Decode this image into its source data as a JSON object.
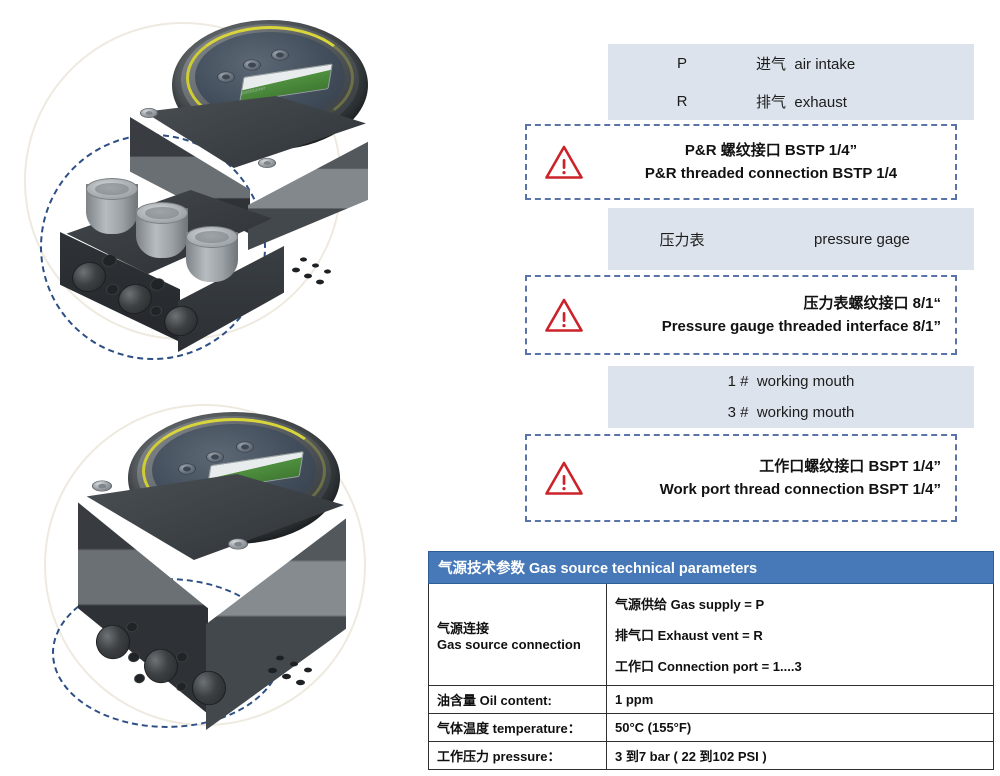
{
  "figure": {
    "title": "Pneumatic valve positioner port identification",
    "renders": [
      {
        "name": "top-view-with-port-caps",
        "caption": ""
      },
      {
        "name": "bottom-view-ports-exposed",
        "caption": ""
      }
    ]
  },
  "legend": {
    "band_ports": {
      "rows": [
        {
          "code": "P",
          "cn": "进气",
          "en": "air intake"
        },
        {
          "code": "R",
          "cn": "排气",
          "en": "exhaust"
        }
      ]
    },
    "warn_pr": {
      "icon": "warning-triangle-icon",
      "cn": "P&R 螺纹接口 BSTP 1/4”",
      "en": "P&R threaded connection BSTP 1/4"
    },
    "band_gauge": {
      "rows": [
        {
          "cn": "压力表",
          "en": "pressure gage"
        }
      ]
    },
    "warn_gauge": {
      "icon": "warning-triangle-icon",
      "cn": "压力表螺纹接口 8/1“",
      "en": "Pressure gauge threaded interface 8/1”"
    },
    "band_work": {
      "rows": [
        {
          "cn": "1 #",
          "en": "working mouth"
        },
        {
          "cn": "3 #",
          "en": "working mouth"
        }
      ]
    },
    "warn_work": {
      "icon": "warning-triangle-icon",
      "cn": "工作口螺纹接口 BSPT 1/4”",
      "en": "Work port thread connection BSPT 1/4”"
    }
  },
  "spec_table": {
    "header": "气源技术参数  Gas source technical parameters",
    "rows": [
      {
        "label": "气源连接",
        "label_en": "Gas source connection",
        "values": [
          "气源供给  Gas supply   =  P",
          "排气口   Exhaust vent  =  R",
          "工作口  Connection port  =  1....3"
        ]
      },
      {
        "label": "油含量  Oil content:",
        "label_en": "",
        "values": [
          "1 ppm"
        ]
      },
      {
        "label": "气体温度 temperature：",
        "label_en": "",
        "values": [
          "50°C (155°F)"
        ]
      },
      {
        "label": "工作压力 pressure：",
        "label_en": "",
        "values": [
          "3 到7 bar ( 22 到102 PSI )"
        ]
      }
    ]
  },
  "colors": {
    "band_bg": "#dce3ec",
    "dash_border": "#5a73a8",
    "warn_red": "#cc2229",
    "table_header_bg": "#4779b8",
    "halo": "#efeadf",
    "dash_circle": "#2d4f85"
  }
}
